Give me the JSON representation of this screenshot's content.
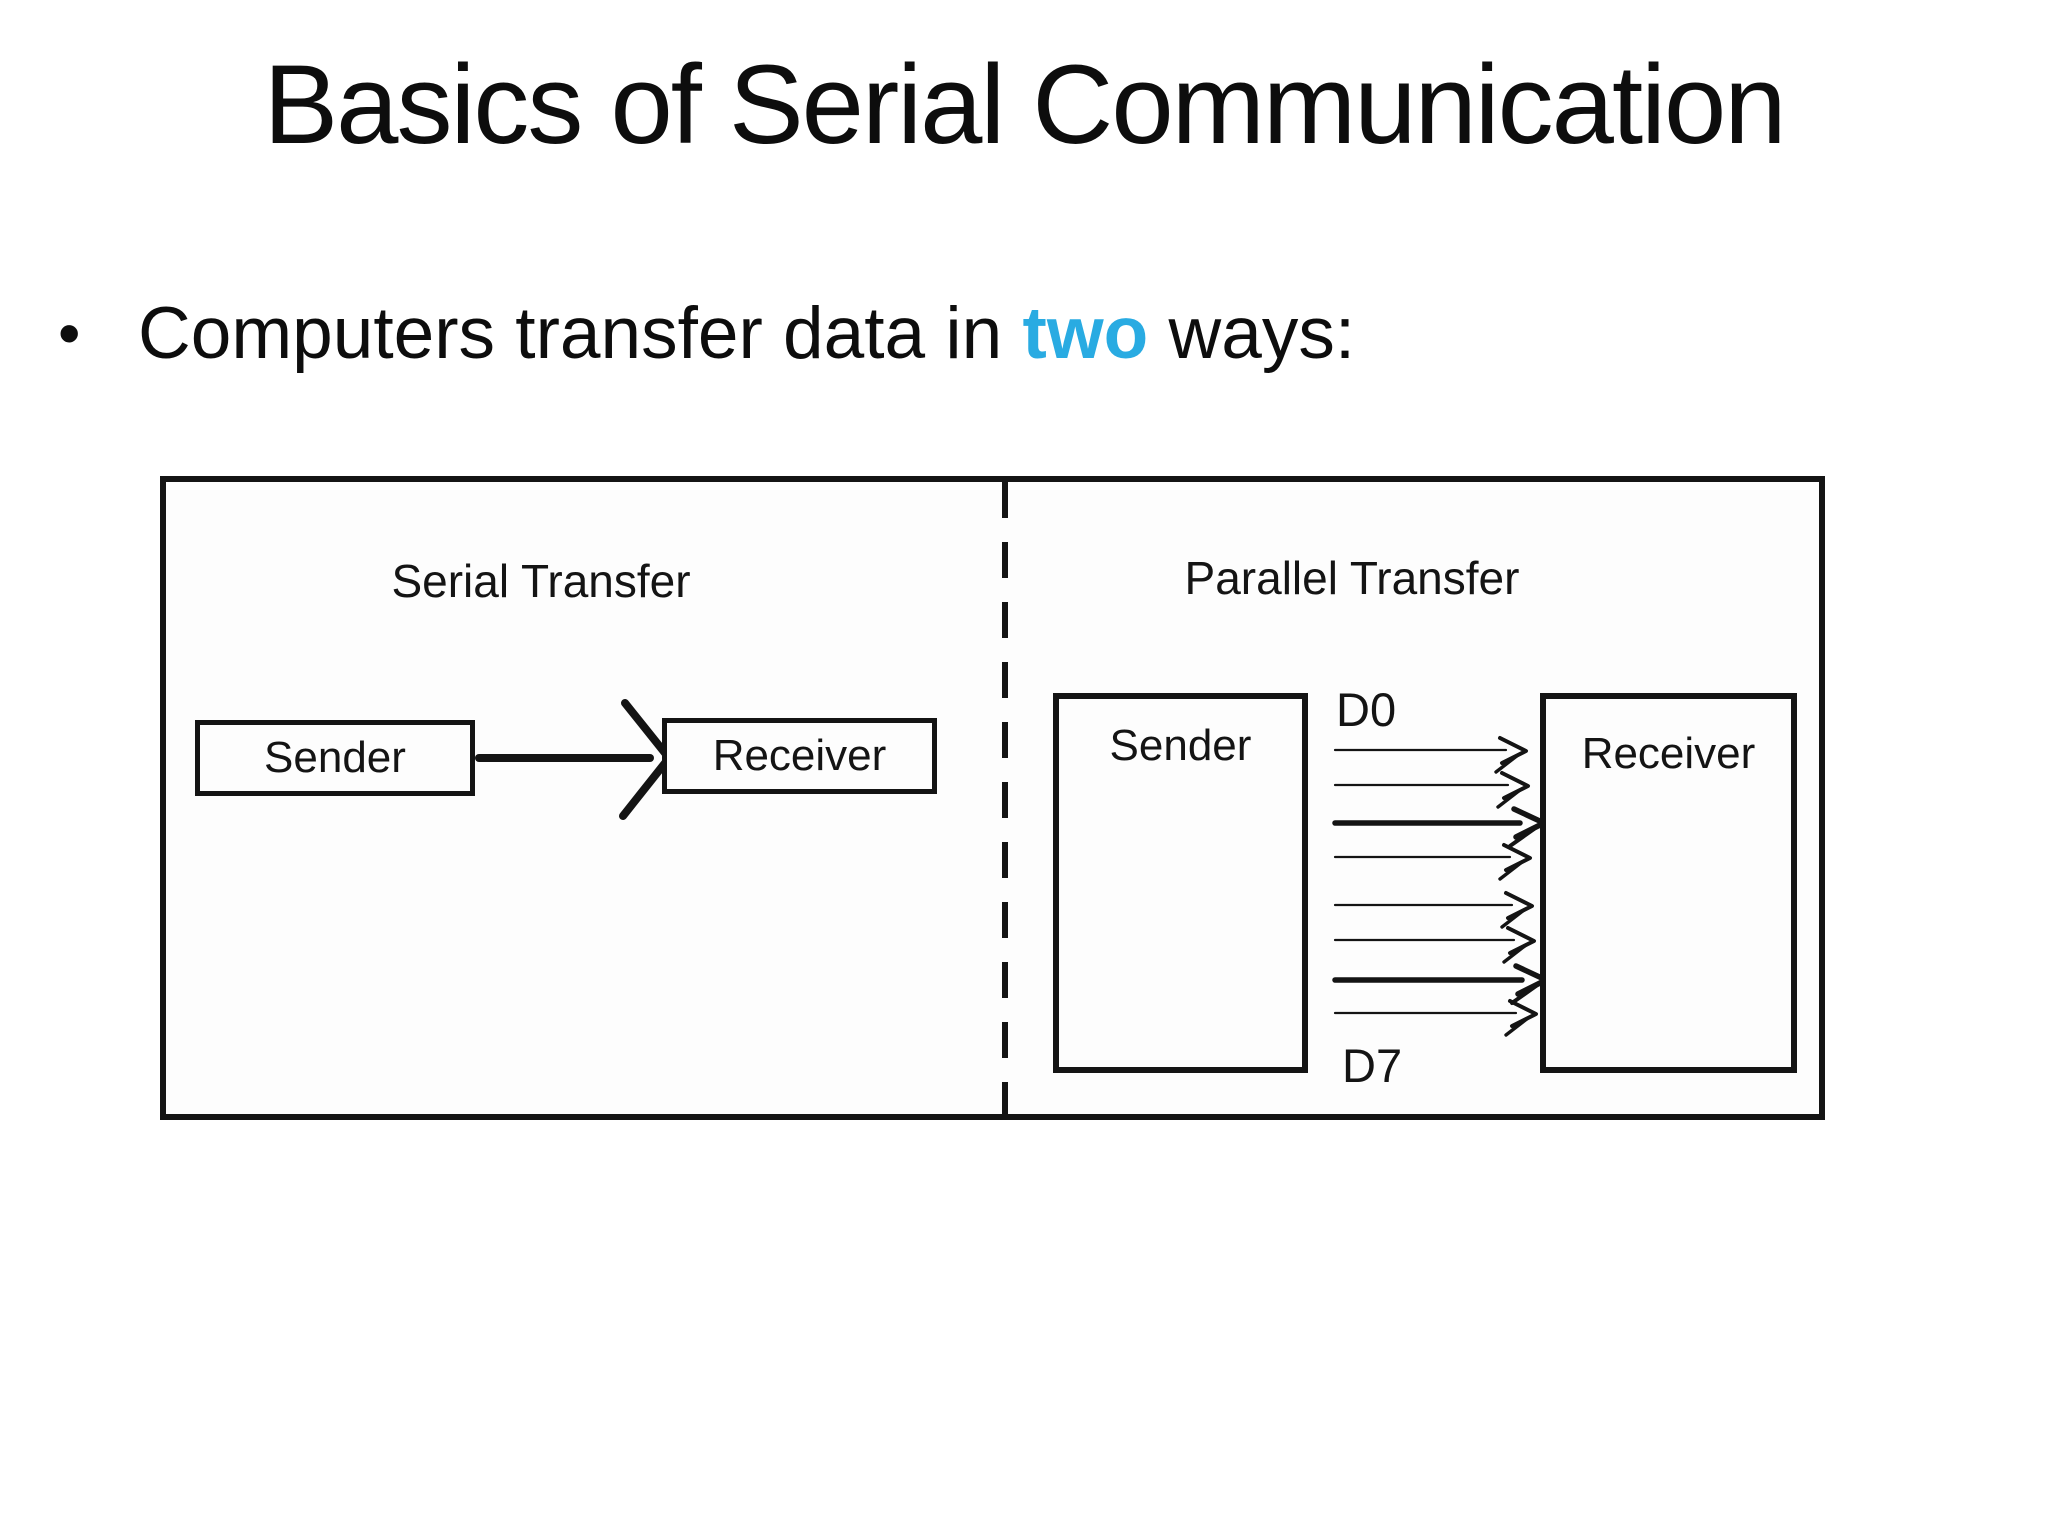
{
  "slide": {
    "title": "Basics of Serial Communication",
    "bullet": {
      "marker": "•",
      "text_before": "Computers transfer data in ",
      "highlight": "two",
      "text_after": " ways:"
    }
  },
  "colors": {
    "highlight": "#29abe2",
    "text": "#0d0d0d",
    "line": "#141414"
  },
  "diagram": {
    "serial": {
      "title": "Serial Transfer",
      "sender": "Sender",
      "receiver": "Receiver"
    },
    "parallel": {
      "title": "Parallel Transfer",
      "sender": "Sender",
      "receiver": "Receiver",
      "first_line_label": "D0",
      "last_line_label": "D7",
      "data_line_count": 8
    }
  }
}
